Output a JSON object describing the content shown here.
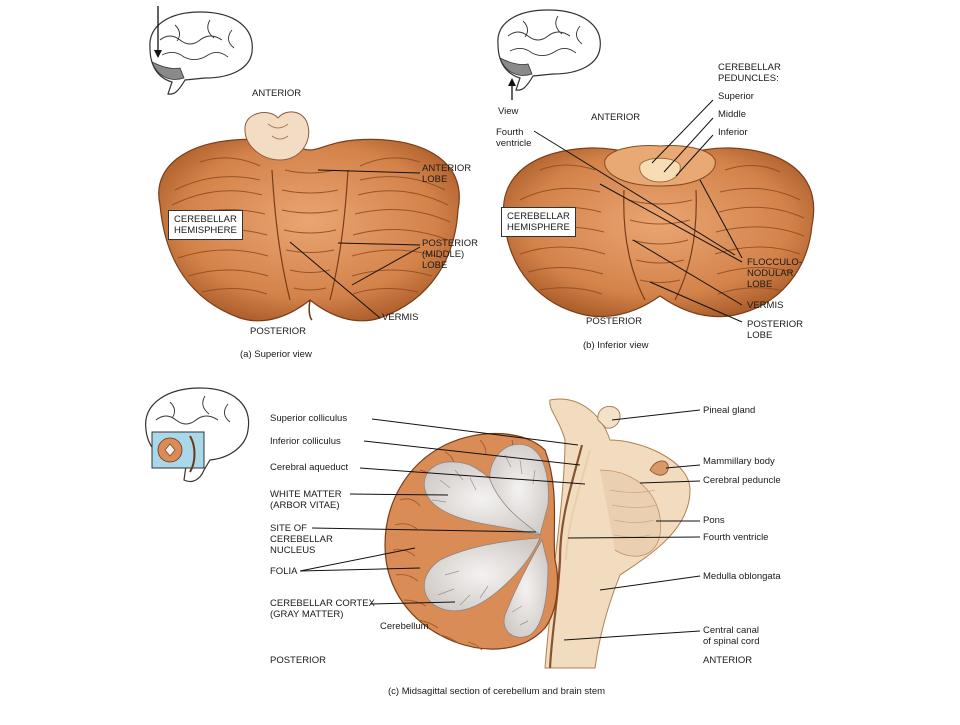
{
  "panel_a": {
    "anterior": "ANTERIOR",
    "posterior": "POSTERIOR",
    "hemisphere_box": "CEREBELLAR\nHEMISPHERE",
    "anterior_lobe": "ANTERIOR\nLOBE",
    "posterior_lobe": "POSTERIOR\n(MIDDLE)\nLOBE",
    "vermis": "VERMIS",
    "caption": "(a) Superior view"
  },
  "panel_b": {
    "view": "View",
    "anterior": "ANTERIOR",
    "posterior": "POSTERIOR",
    "fourth_ventricle": "Fourth\nventricle",
    "peduncles_title": "CEREBELLAR\nPEDUNCLES:",
    "superior": "Superior",
    "middle": "Middle",
    "inferior": "Inferior",
    "hemisphere_box": "CEREBELLAR\nHEMISPHERE",
    "flocculonodular": "FLOCCULO-\nNODULAR\nLOBE",
    "vermis": "VERMIS",
    "posterior_lobe": "POSTERIOR\nLOBE",
    "caption": "(b) Inferior view"
  },
  "panel_c": {
    "left_labels": [
      "Superior colliculus",
      "Inferior colliculus",
      "Cerebral aqueduct",
      "WHITE MATTER\n(ARBOR VITAE)",
      "SITE OF\nCEREBELLAR\nNUCLEUS",
      "FOLIA",
      "CEREBELLAR CORTEX\n(GRAY MATTER)"
    ],
    "cerebellum": "Cerebellum",
    "posterior": "POSTERIOR",
    "right_labels": [
      "Pineal gland",
      "Mammillary body",
      "Cerebral peduncle",
      "Pons",
      "Fourth ventricle",
      "Medulla oblongata",
      "Central canal\nof spinal cord"
    ],
    "anterior": "ANTERIOR",
    "caption": "(c) Midsagittal section of cerebellum and brain stem"
  },
  "colors": {
    "cerebellum_fill": "#d98c55",
    "cerebellum_dark": "#b8642f",
    "white_matter": "#eae6e4",
    "brainstem": "#f2dcc0",
    "inset_highlight": "#a8d8ea"
  }
}
